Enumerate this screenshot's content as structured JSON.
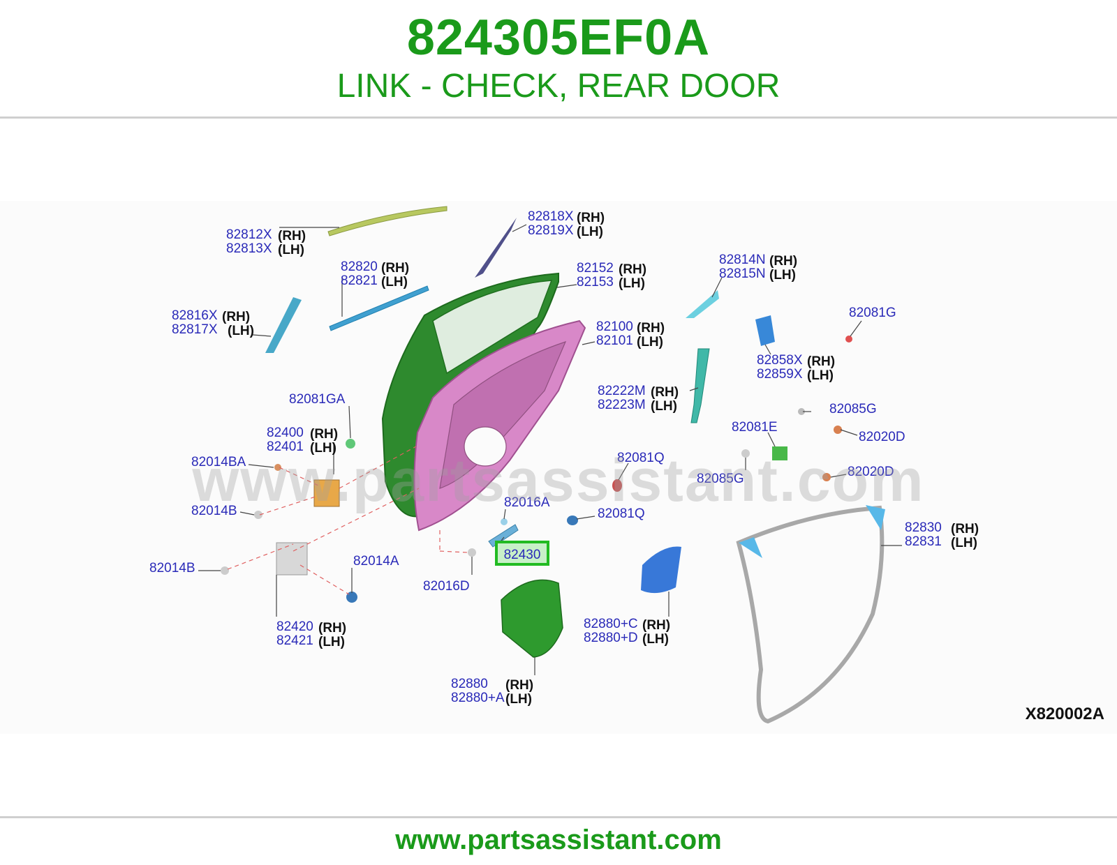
{
  "header": {
    "part_number": "824305EF0A",
    "description": "LINK - CHECK, REAR DOOR"
  },
  "diagram": {
    "watermark": "www.partsassistant.com",
    "code": "X820002A",
    "highlight_part": "82430",
    "callouts": [
      {
        "id": "82812X",
        "side": "(RH)"
      },
      {
        "id": "82813X",
        "side": "(LH)"
      },
      {
        "id": "82818X",
        "side": "(RH)"
      },
      {
        "id": "82819X",
        "side": "(LH)"
      },
      {
        "id": "82820",
        "side": "(RH)"
      },
      {
        "id": "82821",
        "side": "(LH)"
      },
      {
        "id": "82152",
        "side": "(RH)"
      },
      {
        "id": "82153",
        "side": "(LH)"
      },
      {
        "id": "82814N",
        "side": "(RH)"
      },
      {
        "id": "82815N",
        "side": "(LH)"
      },
      {
        "id": "82816X",
        "side": "(RH)"
      },
      {
        "id": "82817X",
        "side": "(LH)"
      },
      {
        "id": "82081G",
        "side": ""
      },
      {
        "id": "82100",
        "side": "(RH)"
      },
      {
        "id": "82101",
        "side": "(LH)"
      },
      {
        "id": "82858X",
        "side": "(RH)"
      },
      {
        "id": "82859X",
        "side": "(LH)"
      },
      {
        "id": "82222M",
        "side": "(RH)"
      },
      {
        "id": "82223M",
        "side": "(LH)"
      },
      {
        "id": "82081GA",
        "side": ""
      },
      {
        "id": "82085G",
        "side": ""
      },
      {
        "id": "82400",
        "side": "(RH)"
      },
      {
        "id": "82401",
        "side": "(LH)"
      },
      {
        "id": "82081E",
        "side": ""
      },
      {
        "id": "82020D",
        "side": ""
      },
      {
        "id": "82014BA",
        "side": ""
      },
      {
        "id": "82081Q",
        "side": ""
      },
      {
        "id": "82085G",
        "side": ""
      },
      {
        "id": "82020D",
        "side": ""
      },
      {
        "id": "82016A",
        "side": ""
      },
      {
        "id": "82014B",
        "side": ""
      },
      {
        "id": "82081Q",
        "side": ""
      },
      {
        "id": "82830",
        "side": "(RH)"
      },
      {
        "id": "82831",
        "side": "(LH)"
      },
      {
        "id": "82430",
        "side": ""
      },
      {
        "id": "82014A",
        "side": ""
      },
      {
        "id": "82014B",
        "side": ""
      },
      {
        "id": "82016D",
        "side": ""
      },
      {
        "id": "82420",
        "side": "(RH)"
      },
      {
        "id": "82421",
        "side": "(LH)"
      },
      {
        "id": "82880+C",
        "side": "(RH)"
      },
      {
        "id": "82880+D",
        "side": "(LH)"
      },
      {
        "id": "82880",
        "side": "(RH)"
      },
      {
        "id": "82880+A",
        "side": "(LH)"
      }
    ]
  },
  "footer": {
    "url": "www.partsassistant.com"
  },
  "colors": {
    "brand_green": "#1a9a1a",
    "callout_blue": "#2a2ab8",
    "highlight_box": "#22bb22"
  }
}
